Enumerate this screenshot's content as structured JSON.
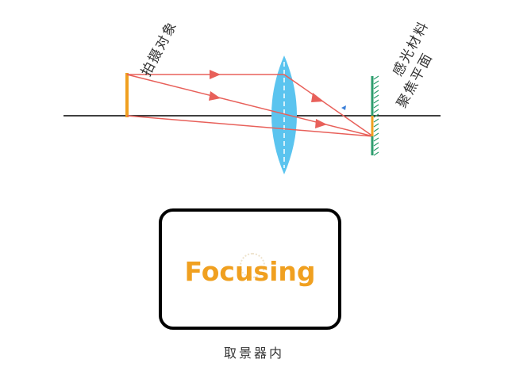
{
  "labels": {
    "subject": "拍摄对象",
    "sensor": "感光材料",
    "focal_plane": "聚焦平面"
  },
  "viewfinder": {
    "text": "Focusing",
    "caption": "取景器内"
  },
  "colors": {
    "subject": "#f0a020",
    "lens": "#5bc4ef",
    "ray": "#e8605a",
    "focal_plane": "#2e9e6e",
    "axis": "#000000",
    "viewfinder_text": "#f0a020"
  }
}
